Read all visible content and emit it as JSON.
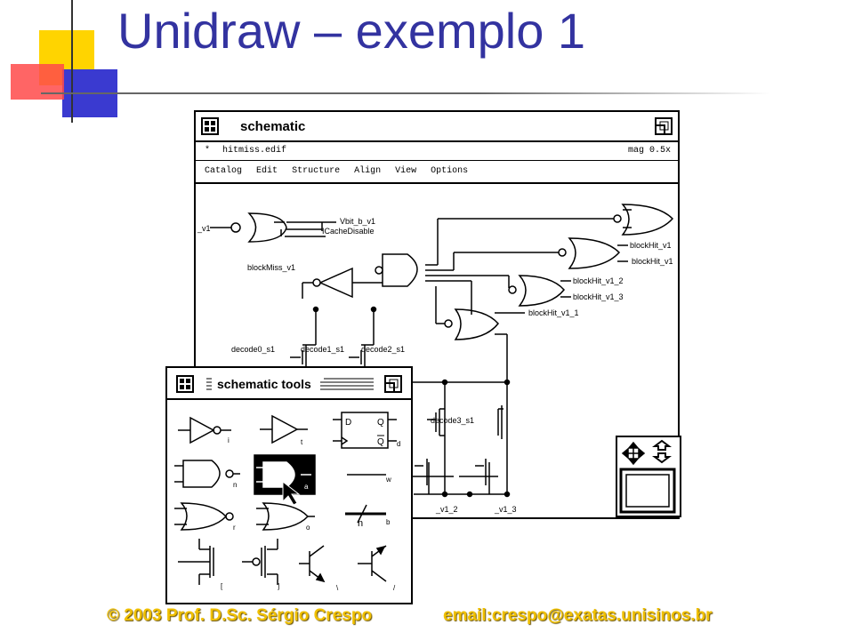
{
  "slide": {
    "title": "Unidraw – exemplo 1",
    "footer_left": "© 2003  Prof. D.Sc. Sérgio Crespo",
    "footer_right": "email:crespo@exatas.unisinos.br"
  },
  "schematic_window": {
    "title": "schematic",
    "file_marker": "*",
    "file_name": "hitmiss.edif",
    "magnification": "mag 0.5x",
    "menu": [
      "Catalog",
      "Edit",
      "Structure",
      "Align",
      "View",
      "Options"
    ],
    "labels": {
      "v1": "_v1",
      "vbit": "Vbit_b_v1",
      "icache": "ICacheDisable",
      "blockmiss": "blockMiss_v1",
      "blockhit_a": "blockHit_v1",
      "blockhit_b": "blockHit_v1",
      "blockhit_2": "blockHit_v1_2",
      "blockhit_3": "blockHit_v1_3",
      "blockhit_1": "blockHit_v1_1",
      "decode0": "decode0_s1",
      "decode1": "decode1_s1",
      "decode2": "decode2_s1",
      "decode3": "decode3_s1",
      "bottom_v1_2": "_v1_2",
      "bottom_v1_3": "_v1_3"
    }
  },
  "tools_window": {
    "title": "schematic tools",
    "tools": [
      {
        "name": "inverter",
        "key": "i"
      },
      {
        "name": "buffer",
        "key": "t"
      },
      {
        "name": "flip-flop",
        "key": "d",
        "pins": [
          "D",
          "Q",
          "Q"
        ]
      },
      {
        "name": "nand",
        "key": "n"
      },
      {
        "name": "and",
        "key": "a",
        "selected": true
      },
      {
        "name": "wire",
        "key": "w"
      },
      {
        "name": "nor",
        "key": "r"
      },
      {
        "name": "or",
        "key": "o"
      },
      {
        "name": "bus",
        "key": "b",
        "bus_label": "n"
      },
      {
        "name": "nmos",
        "key": "["
      },
      {
        "name": "pmos",
        "key": "]"
      },
      {
        "name": "npn",
        "key": "\\"
      },
      {
        "name": "pnp",
        "key": "/"
      }
    ]
  },
  "colors": {
    "title": "#3333a0",
    "footer": "#f0c000",
    "accent_yellow": "#ffd400",
    "accent_blue": "#3a3ad0",
    "accent_red": "#ff4a4a"
  }
}
